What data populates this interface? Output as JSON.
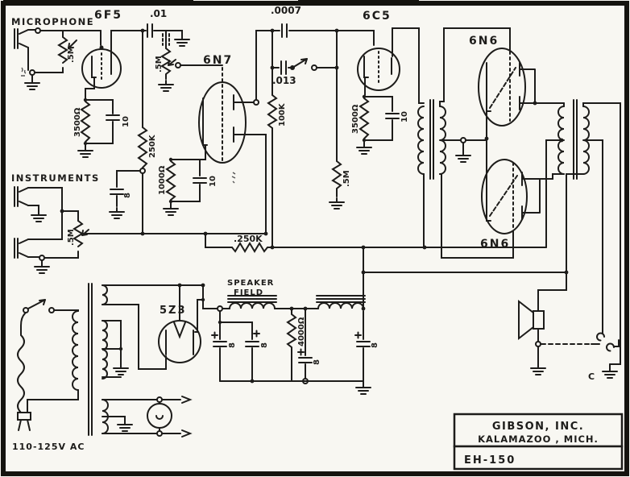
{
  "schematic": {
    "manufacturer": "GIBSON, INC.",
    "location": "KALAMAZOO , MICH.",
    "model": "EH-150",
    "inputs": {
      "microphone": "MICROPHONE",
      "instruments": "INSTRUMENTS"
    },
    "power_label": "110-125V AC",
    "speaker_field": {
      "line1": "SPEAKER",
      "line2": "FIELD"
    },
    "output_terminal": "C",
    "tubes": {
      "v1": "6F5",
      "v2": "6N7",
      "v3": "6C5",
      "v4": "6N6",
      "v5": "6N6",
      "rectifier": "5Z3"
    },
    "values": {
      "mic_volume": ".5M",
      "grid_leak": ".5M",
      "coupling_cap": ".01",
      "v1_cathode_res": "3500Ω",
      "v1_cathode_cap": "10",
      "v1_plate_res": "250K",
      "decoupling_cap": "8",
      "v2_cathode_res": "1000Ω",
      "v2_cathode_cap": "10",
      "coupling_res": ".250K",
      "tone_cap_fixed": ".0007",
      "tone_cap_switched": ".013",
      "tone_res": "100K",
      "mid_grid_res": ".5M",
      "inst_volume": ".5M",
      "v3_cathode_res": "3500Ω",
      "v3_cathode_cap": "10",
      "bleeder_res": "4000Ω",
      "filter_cap_1": "8",
      "filter_cap_2": "8",
      "filter_cap_3": "8",
      "filter_cap_4": "8"
    },
    "colors": {
      "ink": "#1d1c1a",
      "paper": "#f8f7f2"
    }
  }
}
